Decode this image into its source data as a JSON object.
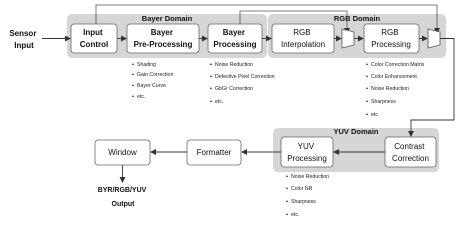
{
  "input": {
    "line1": "Sensor",
    "line2": "Input"
  },
  "domains": {
    "bayer": "Bayer Domain",
    "rgb": "RGB Domain",
    "yuv": "YUV Domain"
  },
  "blocks": {
    "input_control": [
      "Input",
      "Control"
    ],
    "bayer_preprocessing": [
      "Bayer",
      "Pre-Processing"
    ],
    "bayer_processing": [
      "Bayer",
      "Processing"
    ],
    "rgb_interpolation": [
      "RGB",
      "Interpolation"
    ],
    "rgb_processing": [
      "RGB",
      "Processing"
    ],
    "contrast_correction": [
      "Contrast",
      "Correction"
    ],
    "yuv_processing": [
      "YUV",
      "Processing"
    ],
    "formatter": [
      "Formatter"
    ],
    "window": [
      "Window"
    ]
  },
  "bullets": {
    "bayer_pre": [
      "Shading",
      "Gain Correction",
      "Bayer Curve",
      "etc."
    ],
    "bayer_proc": [
      "Noise Reduction",
      "Defective Pixel Correction",
      "GbGr Correction",
      "etc."
    ],
    "rgb_proc": [
      "Color Correction Matrix",
      "Color Enhancement",
      "Noise Reduction",
      "Sharpness",
      "etc"
    ],
    "yuv_proc": [
      "Noise Reduction",
      "Color NR",
      "Sharpness",
      "etc."
    ]
  },
  "output": {
    "line1": "BYR/RGB/YUV",
    "line2": "Output"
  }
}
